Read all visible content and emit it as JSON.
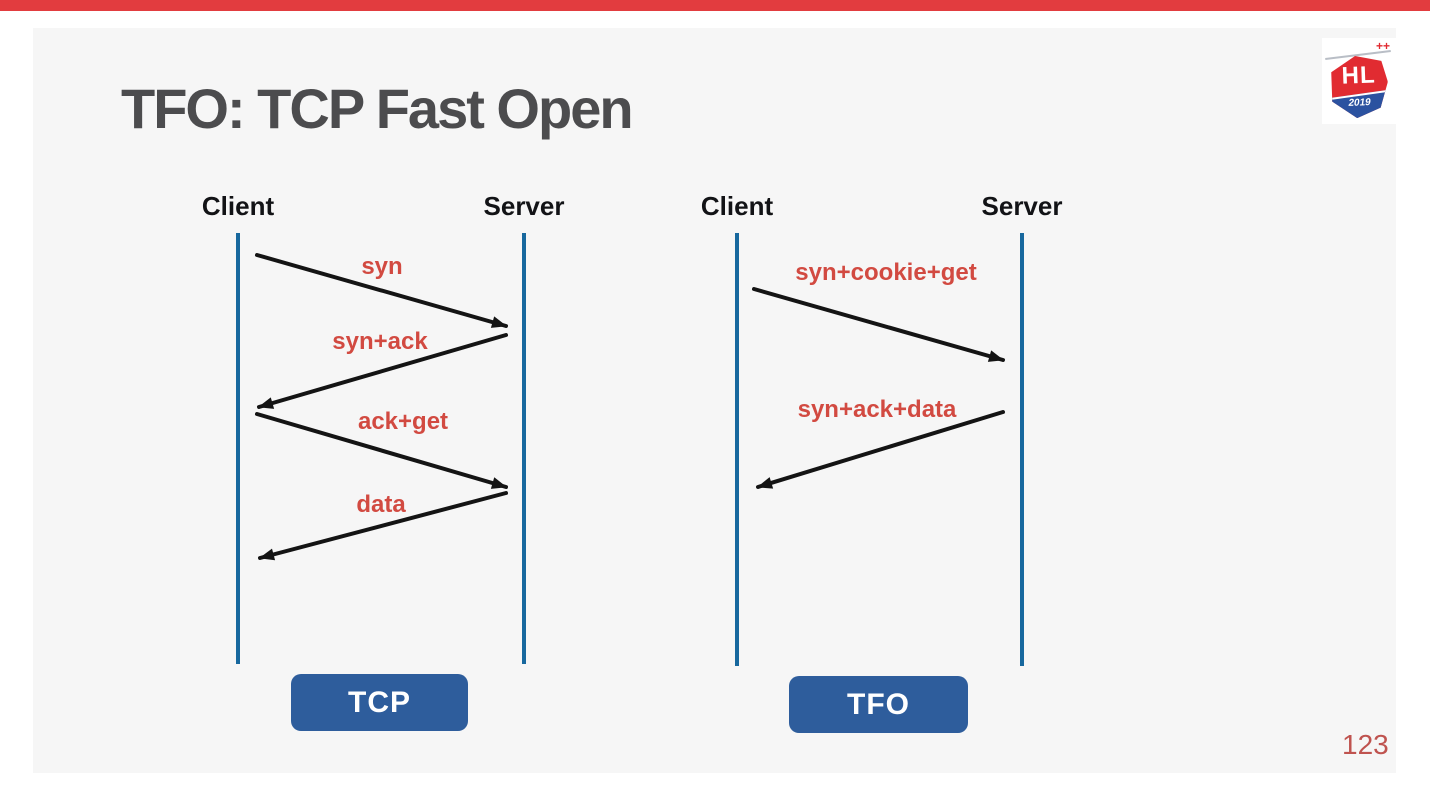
{
  "slide": {
    "title": "TFO: TCP Fast Open",
    "page_number": "123"
  },
  "logo": {
    "monogram": "HL",
    "year": "2019",
    "plus": "++"
  },
  "diagrams": [
    {
      "name": "TCP",
      "label": "TCP",
      "actors": [
        "Client",
        "Server"
      ],
      "messages": [
        {
          "label": "syn",
          "from": "client",
          "to": "server"
        },
        {
          "label": "syn+ack",
          "from": "server",
          "to": "client"
        },
        {
          "label": "ack+get",
          "from": "client",
          "to": "server"
        },
        {
          "label": "data",
          "from": "server",
          "to": "client"
        }
      ]
    },
    {
      "name": "TFO",
      "label": "TFO",
      "actors": [
        "Client",
        "Server"
      ],
      "messages": [
        {
          "label": "syn+cookie+get",
          "from": "client",
          "to": "server"
        },
        {
          "label": "syn+ack+data",
          "from": "server",
          "to": "client"
        }
      ]
    }
  ],
  "colors": {
    "accent_red": "#e23c3f",
    "slide_bg": "#f6f6f6",
    "lifeline_blue": "#17689e",
    "arrow_black": "#141414",
    "message_red": "#d24a41",
    "title_gray": "#4c4c4e",
    "actor_black": "#121316",
    "badge_blue": "#2e5d9c",
    "badge_text": "#ffffff",
    "page_red": "#bf534f",
    "logo_red": "#e12b31",
    "logo_blue": "#2b52a0"
  }
}
